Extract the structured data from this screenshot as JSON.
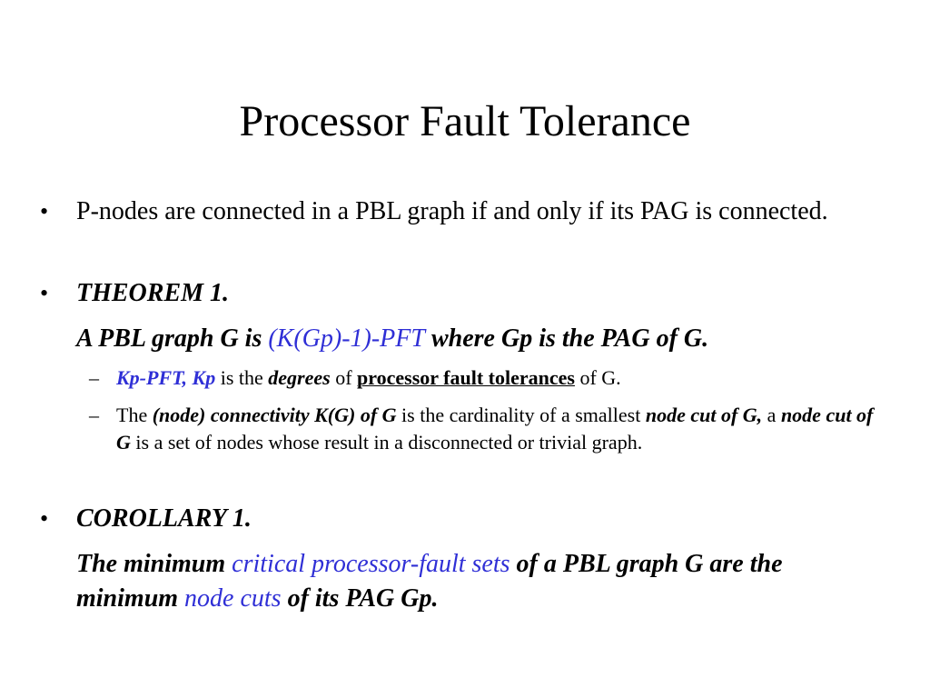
{
  "slide": {
    "title": "Processor Fault Tolerance",
    "bullet_glyph": "•",
    "dash_glyph": "–",
    "p1": "P-nodes are connected in a PBL graph if and only if its PAG is connected.",
    "theorem_heading": "THEOREM 1.",
    "theorem": {
      "a": "A PBL graph G is ",
      "b": "(K(Gp)-1)-PFT",
      "c": " where Gp is the PAG of G."
    },
    "sub1": {
      "a": "Kp-PFT,  Kp",
      "b": " is the ",
      "c": "degrees",
      "d": " of ",
      "e": "processor fault tolerances",
      "f": " of G."
    },
    "sub2": {
      "a": "The ",
      "b": "(node) connectivity K(G) of G",
      "c": " is the cardinality of a smallest ",
      "d": "node cut of G,",
      "e": " a ",
      "f": "node cut of G",
      "g": " is a set of nodes whose result in a disconnected or trivial graph."
    },
    "corollary_heading": "COROLLARY 1.",
    "corollary": {
      "a": "The minimum ",
      "b": "critical processor-fault sets",
      "c": " of a PBL graph G are the minimum ",
      "d": "node cuts",
      "e": " of its PAG Gp."
    },
    "colors": {
      "text": "#000000",
      "accent_blue": "#2f2fd6",
      "background": "#ffffff"
    }
  }
}
